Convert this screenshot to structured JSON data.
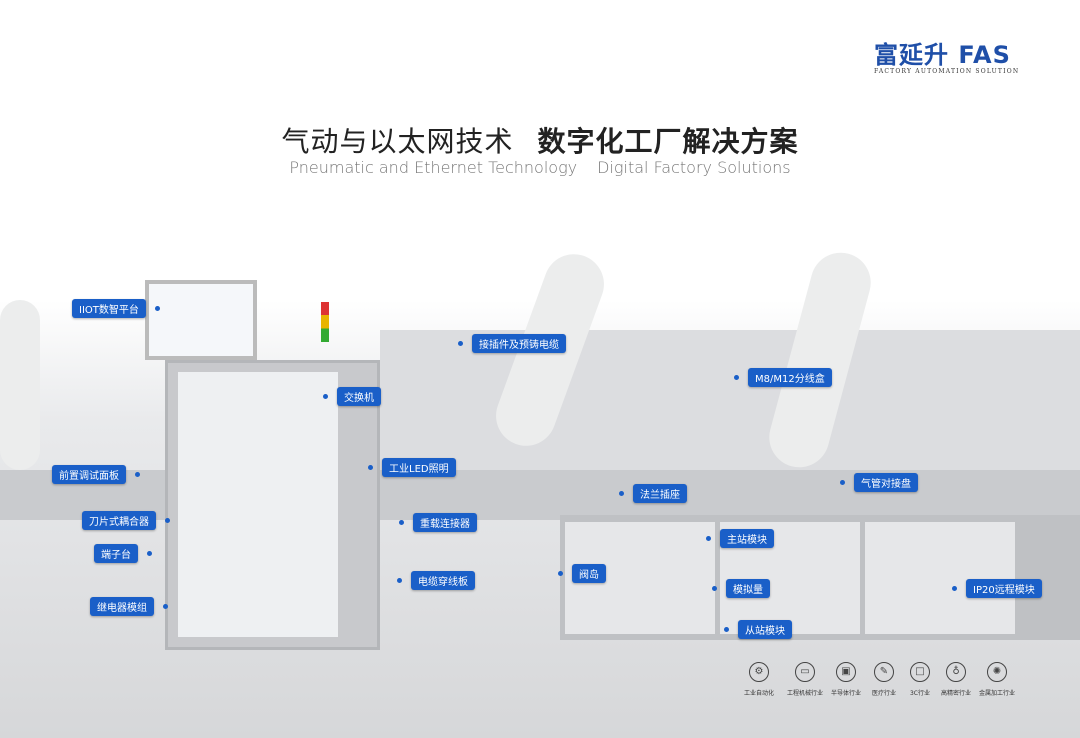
{
  "logo": {
    "name": "富延升",
    "mark": "FAS",
    "tagline": "FACTORY AUTOMATION SOLUTION"
  },
  "title": {
    "zh_left": "气动与以太网技术",
    "zh_right": "数字化工厂解决方案",
    "en_left": "Pneumatic and Ethernet Technology",
    "en_right": "Digital Factory Solutions"
  },
  "labels": [
    "IIOT数智平台",
    "接插件及预铸电缆",
    "M8/M12分线盒",
    "交换机",
    "前置调试面板",
    "工业LED照明",
    "法兰插座",
    "气管对接盘",
    "刀片式耦合器",
    "重载连接器",
    "主站模块",
    "端子台",
    "阀岛",
    "模拟量",
    "IP20远程模块",
    "电缆穿线板",
    "继电器模组",
    "从站模块"
  ],
  "industries": [
    {
      "label": "工业自动化",
      "icon": "robot-arm-icon"
    },
    {
      "label": "工程机械行业",
      "icon": "train-icon"
    },
    {
      "label": "半导体行业",
      "icon": "chip-icon"
    },
    {
      "label": "医疗行业",
      "icon": "syringe-icon"
    },
    {
      "label": "3C行业",
      "icon": "laptop-icon"
    },
    {
      "label": "高精密行业",
      "icon": "microscope-icon"
    },
    {
      "label": "金属加工行业",
      "icon": "gear-icon"
    }
  ],
  "colors": {
    "label_bg": "#1a5fc8",
    "logo": "#1f4fa8"
  }
}
